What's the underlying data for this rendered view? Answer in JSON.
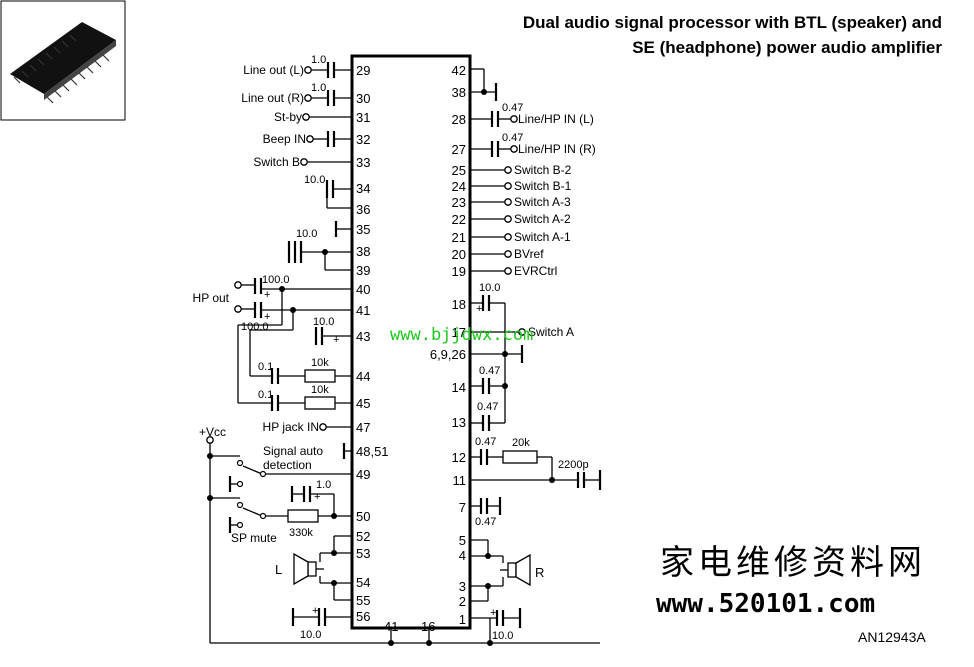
{
  "title": {
    "line1": "Dual audio signal processor with BTL (speaker) and",
    "line2": "SE (headphone) power audio amplifier"
  },
  "watermark": "www.bjjdwx.com",
  "brand_chinese": "家电维修资料网",
  "brand_url": "www.520101.com",
  "part_code": "AN12943A",
  "package_icon": "sop-ic-package-icon",
  "left_pins": {
    "p29": "29",
    "p30": "30",
    "p31": "31",
    "p32": "32",
    "p33": "33",
    "p34": "34",
    "p36": "36",
    "p35": "35",
    "p38": "38",
    "p39": "39",
    "p40": "40",
    "p41": "41",
    "p43": "43",
    "p44": "44",
    "p45": "45",
    "p47": "47",
    "p4851": "48,51",
    "p49": "49",
    "p50": "50",
    "p52": "52",
    "p53": "53",
    "p54": "54",
    "p55": "55",
    "p56": "56"
  },
  "right_pins": {
    "p42": "42",
    "p38": "38",
    "p28": "28",
    "p27": "27",
    "p25": "25",
    "p24": "24",
    "p23": "23",
    "p22": "22",
    "p21": "21",
    "p20": "20",
    "p19": "19",
    "p18": "18",
    "p17": "17",
    "p6926": "6,9,26",
    "p14": "14",
    "p13": "13",
    "p12": "12",
    "p11": "11",
    "p7": "7",
    "p5": "5",
    "p4": "4",
    "p3": "3",
    "p2": "2",
    "p1": "1"
  },
  "bottom_pins": {
    "p41": "41",
    "p16": "16"
  },
  "left_labels": {
    "line_out_l": "Line out (L)",
    "line_out_r": "Line out (R)",
    "st_by": "St-by",
    "beep_in": "Beep IN",
    "switch_b": "Switch B",
    "hp_out": "HP out",
    "hp_jack_in": "HP jack IN",
    "signal_auto": "Signal auto",
    "detection": "detection",
    "vcc": "+Vcc",
    "sp_mute": "SP mute",
    "spk_l": "L"
  },
  "right_labels": {
    "line_hp_in_l": "Line/HP IN (L)",
    "line_hp_in_r": "Line/HP IN (R)",
    "switch_b2": "Switch B-2",
    "switch_b1": "Switch B-1",
    "switch_a3": "Switch A-3",
    "switch_a2": "Switch A-2",
    "switch_a1": "Switch A-1",
    "bvref": "BVref",
    "evrctrl": "EVRCtrl",
    "switch_a": "Switch A",
    "spk_r": "R"
  },
  "component_values": {
    "c29": "1.0",
    "c30": "1.0",
    "c34": "10.0",
    "c38": "10.0",
    "c40": "100.0",
    "c41": "100.0",
    "c43": "10.0",
    "c44": "0.1",
    "r44": "10k",
    "c45": "0.1",
    "r45": "10k",
    "c50": "1.0",
    "r50": "330k",
    "c56": "10.0",
    "c28": "0.47",
    "c27": "0.47",
    "c18": "10.0",
    "c14": "0.47",
    "c13": "0.47",
    "c12": "0.47",
    "r12": "20k",
    "c11": "2200p",
    "c7": "0.47",
    "c1": "10.0"
  },
  "plus_marks": {
    "mark": "+"
  }
}
